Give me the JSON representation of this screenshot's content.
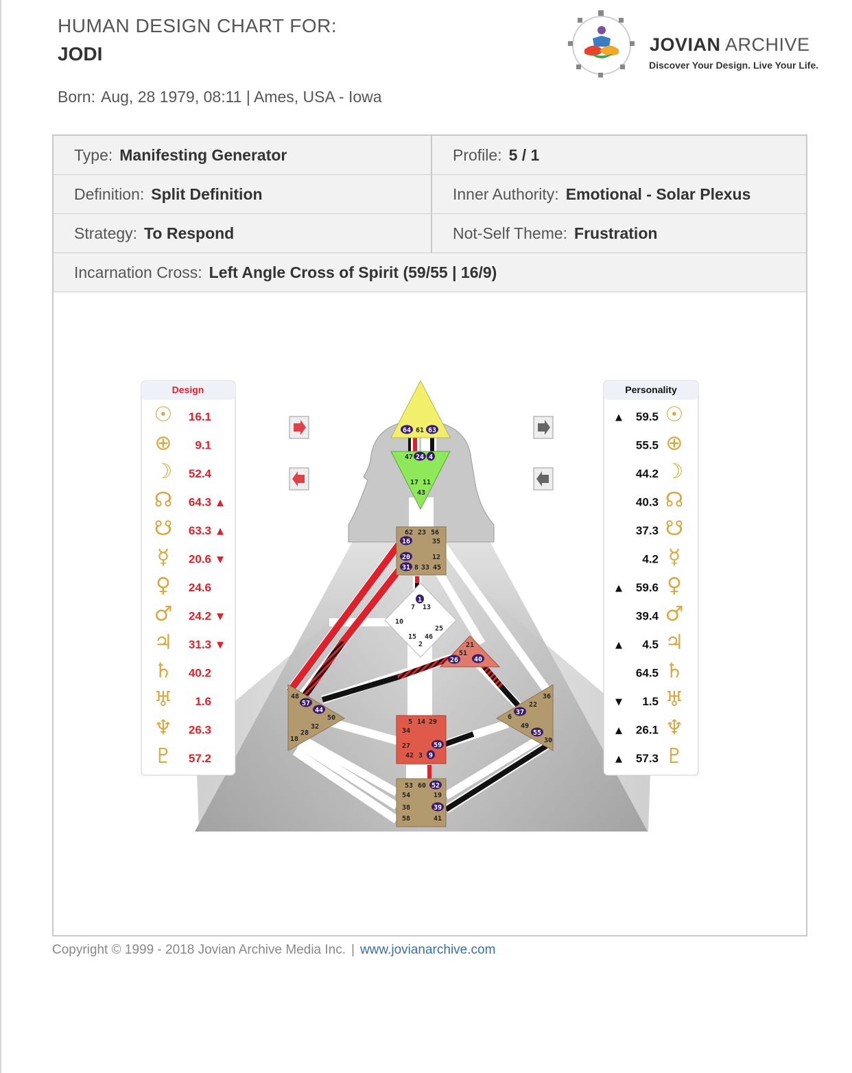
{
  "header": {
    "line1": "HUMAN DESIGN CHART FOR:",
    "name": "JODI",
    "born_label": "Born:",
    "born_value": "Aug, 28 1979, 08:11 | Ames, USA - Iowa"
  },
  "brand": {
    "name_bold": "JOVIAN",
    "name_light": " ARCHIVE",
    "tagline": "Discover Your Design. Live Your Life."
  },
  "info": {
    "type": {
      "label": "Type:",
      "value": "Manifesting Generator"
    },
    "profile": {
      "label": "Profile:",
      "value": "5 / 1"
    },
    "definition": {
      "label": "Definition:",
      "value": "Split Definition"
    },
    "authority": {
      "label": "Inner Authority:",
      "value": "Emotional - Solar Plexus"
    },
    "strategy": {
      "label": "Strategy:",
      "value": "To Respond"
    },
    "notself": {
      "label": "Not-Self Theme:",
      "value": "Frustration"
    },
    "cross": {
      "label": "Incarnation Cross:",
      "value": "Left Angle Cross of Spirit  (59/55 | 16/9)"
    }
  },
  "design": {
    "title": "Design",
    "rows": [
      {
        "symbol": "☉",
        "value": "16.1",
        "arrow": ""
      },
      {
        "symbol": "⊕",
        "value": "9.1",
        "arrow": ""
      },
      {
        "symbol": "☽",
        "value": "52.4",
        "arrow": ""
      },
      {
        "symbol": "☊",
        "value": "64.3",
        "arrow": "▲"
      },
      {
        "symbol": "☋",
        "value": "63.3",
        "arrow": "▲"
      },
      {
        "symbol": "☿",
        "value": "20.6",
        "arrow": "▼"
      },
      {
        "symbol": "♀",
        "value": "24.6",
        "arrow": ""
      },
      {
        "symbol": "♂",
        "value": "24.2",
        "arrow": "▼"
      },
      {
        "symbol": "♃",
        "value": "31.3",
        "arrow": "▼"
      },
      {
        "symbol": "♄",
        "value": "40.2",
        "arrow": ""
      },
      {
        "symbol": "♅",
        "value": "1.6",
        "arrow": ""
      },
      {
        "symbol": "♆",
        "value": "26.3",
        "arrow": ""
      },
      {
        "symbol": "♇",
        "value": "57.2",
        "arrow": ""
      }
    ]
  },
  "personality": {
    "title": "Personality",
    "rows": [
      {
        "symbol": "☉",
        "value": "59.5",
        "arrow": "▲"
      },
      {
        "symbol": "⊕",
        "value": "55.5",
        "arrow": ""
      },
      {
        "symbol": "☽",
        "value": "44.2",
        "arrow": ""
      },
      {
        "symbol": "☊",
        "value": "40.3",
        "arrow": ""
      },
      {
        "symbol": "☋",
        "value": "37.3",
        "arrow": ""
      },
      {
        "symbol": "☿",
        "value": "4.2",
        "arrow": ""
      },
      {
        "symbol": "♀",
        "value": "59.6",
        "arrow": "▲"
      },
      {
        "symbol": "♂",
        "value": "39.4",
        "arrow": ""
      },
      {
        "symbol": "♃",
        "value": "4.5",
        "arrow": "▲"
      },
      {
        "symbol": "♄",
        "value": "64.5",
        "arrow": ""
      },
      {
        "symbol": "♅",
        "value": "1.5",
        "arrow": "▼"
      },
      {
        "symbol": "♆",
        "value": "26.1",
        "arrow": "▲"
      },
      {
        "symbol": "♇",
        "value": "57.3",
        "arrow": "▲"
      }
    ]
  },
  "colors": {
    "design_red": "#e0202a",
    "personality_black": "#111111",
    "gate_purple": "#3a1c6e",
    "head_yellow": "#f2f06a",
    "ajna_green": "#8fe85a",
    "center_tan": "#b39a6e",
    "sacral_red": "#e05a4a",
    "ego_red": "#e07a6a",
    "planet_gold": "#d9a840"
  },
  "centers": {
    "head": [
      "64",
      "61",
      "63"
    ],
    "ajna": [
      "47",
      "24",
      "4",
      "17",
      "11",
      "43"
    ],
    "throat": [
      "62",
      "23",
      "56",
      "16",
      "35",
      "20",
      "12",
      "31",
      "8",
      "33",
      "45"
    ],
    "g": [
      "1",
      "7",
      "13",
      "10",
      "25",
      "15",
      "46",
      "2"
    ],
    "ego": [
      "21",
      "51",
      "26",
      "40"
    ],
    "spleen": [
      "48",
      "57",
      "44",
      "50",
      "32",
      "28",
      "18"
    ],
    "sacral": [
      "5",
      "14",
      "29",
      "34",
      "27",
      "59",
      "42",
      "3",
      "9"
    ],
    "solar": [
      "36",
      "22",
      "37",
      "6",
      "49",
      "55",
      "30"
    ],
    "root": [
      "53",
      "60",
      "52",
      "54",
      "19",
      "38",
      "39",
      "58",
      "41"
    ]
  },
  "footer": {
    "copyright": "Copyright © 1999 - 2018 Jovian Archive Media Inc.",
    "separator": "|",
    "link": "www.jovianarchive.com"
  }
}
